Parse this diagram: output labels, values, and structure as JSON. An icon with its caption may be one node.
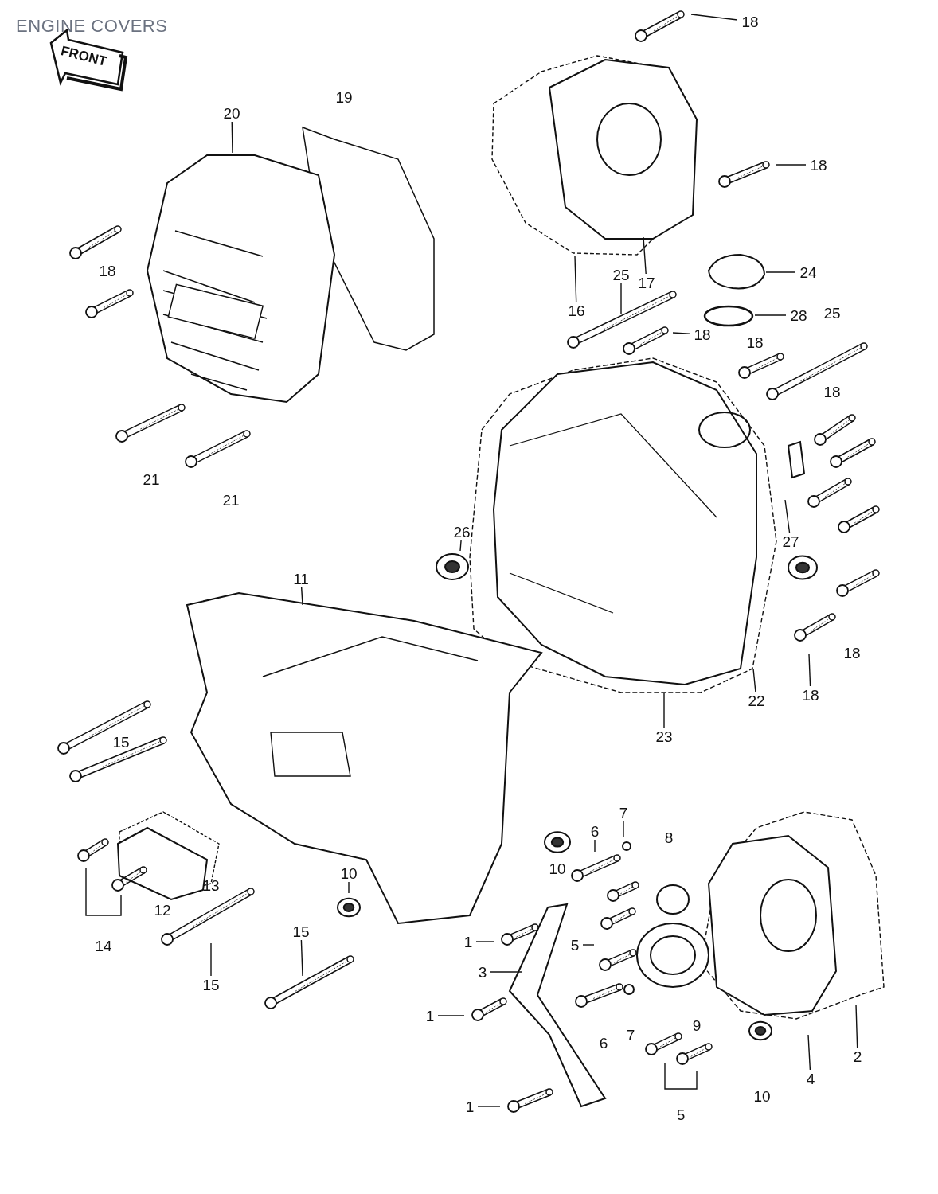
{
  "diagram": {
    "title": "ENGINE COVERS",
    "nodes": [
      {
        "text": [
          "18"
        ]
      },
      {
        "text": [
          "20"
        ]
      },
      {
        "text": [
          "18"
        ]
      },
      {
        "text": [
          "25"
        ]
      },
      {
        "text": [
          "17"
        ]
      },
      {
        "text": [
          "16"
        ]
      },
      {
        "text": [
          "24"
        ]
      },
      {
        "text": [
          "28"
        ]
      },
      {
        "text": [
          "18"
        ]
      },
      {
        "text": [
          "26"
        ]
      },
      {
        "text": [
          "27"
        ]
      },
      {
        "text": [
          "11"
        ]
      },
      {
        "text": [
          "22"
        ]
      },
      {
        "text": [
          "18"
        ]
      },
      {
        "text": [
          "23"
        ]
      },
      {
        "text": [
          "7"
        ]
      },
      {
        "text": [
          "6"
        ]
      },
      {
        "text": [
          "10"
        ]
      },
      {
        "text": [
          "15"
        ]
      },
      {
        "text": [
          "15"
        ]
      },
      {
        "text": [
          "1"
        ]
      },
      {
        "text": [
          "5"
        ]
      },
      {
        "text": [
          "3"
        ]
      },
      {
        "text": [
          "1"
        ]
      },
      {
        "text": [
          "4"
        ]
      },
      {
        "text": [
          "2"
        ]
      },
      {
        "text": [
          "1"
        ]
      }
    ],
    "edges": [
      {
        "from": 0,
        "to": null,
        "arrow": "none"
      },
      {
        "from": 1,
        "to": null,
        "arrow": "none"
      },
      {
        "from": 2,
        "to": null,
        "arrow": "none"
      },
      {
        "from": 3,
        "to": null,
        "arrow": "none"
      },
      {
        "from": 4,
        "to": null,
        "arrow": "none"
      },
      {
        "from": 5,
        "to": null,
        "arrow": "none"
      },
      {
        "from": 6,
        "to": null,
        "arrow": "none"
      },
      {
        "from": 7,
        "to": null,
        "arrow": "none"
      },
      {
        "from": 8,
        "to": null,
        "arrow": "none"
      },
      {
        "from": 9,
        "to": null,
        "arrow": "none"
      },
      {
        "from": 10,
        "to": null,
        "arrow": "none"
      },
      {
        "from": 11,
        "to": null,
        "arrow": "none"
      },
      {
        "from": 12,
        "to": null,
        "arrow": "none"
      },
      {
        "from": 13,
        "to": null,
        "arrow": "none"
      },
      {
        "from": 14,
        "to": null,
        "arrow": "none"
      },
      {
        "from": 15,
        "to": null,
        "arrow": "none"
      },
      {
        "from": 16,
        "to": null,
        "arrow": "none"
      },
      {
        "from": 17,
        "to": null,
        "arrow": "none"
      },
      {
        "from": 18,
        "to": null,
        "arrow": "none"
      },
      {
        "from": 19,
        "to": null,
        "arrow": "none"
      },
      {
        "from": 20,
        "to": null,
        "arrow": "none"
      },
      {
        "from": 21,
        "to": null,
        "arrow": "none"
      },
      {
        "from": 22,
        "to": null,
        "arrow": "none"
      },
      {
        "from": 23,
        "to": null,
        "arrow": "none"
      },
      {
        "from": 24,
        "to": null,
        "arrow": "none"
      },
      {
        "from": 25,
        "to": null,
        "arrow": "none"
      },
      {
        "from": 26,
        "to": null,
        "arrow": "none"
      }
    ],
    "labels": [
      "FRONT",
      "19",
      "18",
      "25",
      "18",
      "18",
      "21",
      "21",
      "18",
      "15",
      "8",
      "10",
      "13",
      "12",
      "14",
      "9",
      "7",
      "6",
      "10",
      "5"
    ]
  }
}
